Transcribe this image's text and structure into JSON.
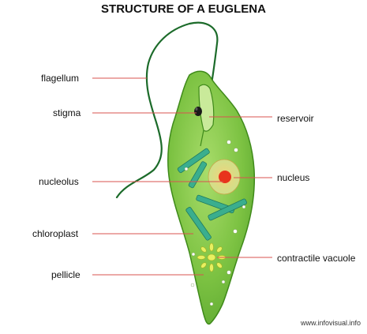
{
  "title": "STRUCTURE OF A EUGLENA",
  "labels": {
    "flagellum": "flagellum",
    "stigma": "stigma",
    "nucleolus": "nucleolus",
    "chloroplast": "chloroplast",
    "pellicle": "pellicle",
    "reservoir": "reservoir",
    "nucleus": "nucleus",
    "contractile_vacuole": "contractile vacuole"
  },
  "credit": "www.infovisual.info",
  "colors": {
    "body_fill": "#7cc242",
    "body_outline": "#3f8a1a",
    "chloroplast": "#3aae8e",
    "nucleus_halo": "#e8c86a",
    "nucleolus": "#e8331c",
    "stigma": "#1a1a1a",
    "flagellum": "#1c6b2a",
    "leader_line": "#d9534f"
  }
}
